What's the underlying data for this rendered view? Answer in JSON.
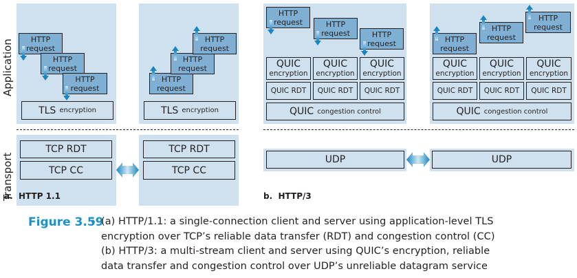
{
  "layer_labels": {
    "application": "Application",
    "transport": "Transport"
  },
  "http11": {
    "sublabel_prefix": "a.",
    "sublabel": "HTTP 1.1",
    "client": {
      "requests": [
        {
          "line1": "HTTP",
          "line2": "request",
          "arrow": "down"
        },
        {
          "line1": "HTTP",
          "line2": "request",
          "arrow": "down"
        },
        {
          "line1": "HTTP",
          "line2": "request",
          "arrow": "down"
        }
      ],
      "tls_big": "TLS",
      "tls_small": "encryption",
      "tcp_rdt": "TCP RDT",
      "tcp_cc": "TCP CC"
    },
    "server": {
      "requests": [
        {
          "line1": "HTTP",
          "line2": "request",
          "arrow": "up"
        },
        {
          "line1": "HTTP",
          "line2": "request",
          "arrow": "up"
        },
        {
          "line1": "HTTP",
          "line2": "request",
          "arrow": "up"
        }
      ],
      "tls_big": "TLS",
      "tls_small": "encryption",
      "tcp_rdt": "TCP RDT",
      "tcp_cc": "TCP CC"
    }
  },
  "http3": {
    "sublabel_prefix": "b.",
    "sublabel": "HTTP/3",
    "client": {
      "requests": [
        {
          "line1": "HTTP",
          "line2": "request",
          "arrow": "down"
        },
        {
          "line1": "HTTP",
          "line2": "request",
          "arrow": "down"
        },
        {
          "line1": "HTTP",
          "line2": "request",
          "arrow": "down"
        }
      ],
      "streams": [
        {
          "enc_big": "QUIC",
          "enc_small": "encryption",
          "rdt": "QUIC RDT"
        },
        {
          "enc_big": "QUIC",
          "enc_small": "encryption",
          "rdt": "QUIC RDT"
        },
        {
          "enc_big": "QUIC",
          "enc_small": "encryption",
          "rdt": "QUIC RDT"
        }
      ],
      "cc_big": "QUIC",
      "cc_small": "congestion control",
      "udp": "UDP"
    },
    "server": {
      "requests": [
        {
          "line1": "HTTP",
          "line2": "request",
          "arrow": "up"
        },
        {
          "line1": "HTTP",
          "line2": "request",
          "arrow": "up"
        },
        {
          "line1": "HTTP",
          "line2": "request",
          "arrow": "up"
        }
      ],
      "streams": [
        {
          "enc_big": "QUIC",
          "enc_small": "encryption",
          "rdt": "QUIC RDT"
        },
        {
          "enc_big": "QUIC",
          "enc_small": "encryption",
          "rdt": "QUIC RDT"
        },
        {
          "enc_big": "QUIC",
          "enc_small": "encryption",
          "rdt": "QUIC RDT"
        }
      ],
      "cc_big": "QUIC",
      "cc_small": "congestion control",
      "udp": "UDP"
    }
  },
  "caption": {
    "title": "Figure 3.59",
    "bullet": "♦",
    "lines": [
      "(a) HTTP/1.1: a single-connection client and server using application-level TLS",
      "encryption over TCP’s reliable data transfer (RDT) and congestion control (CC)",
      "(b) HTTP/3: a multi-stream client and server using QUIC’s encryption, reliable",
      "data transfer and congestion control over UDP’s unreliable datagram service"
    ]
  },
  "colors": {
    "panel": "#cfe1ef",
    "request": "#7fb0d3",
    "accent": "#1f8fc6",
    "ink": "#231f20"
  }
}
